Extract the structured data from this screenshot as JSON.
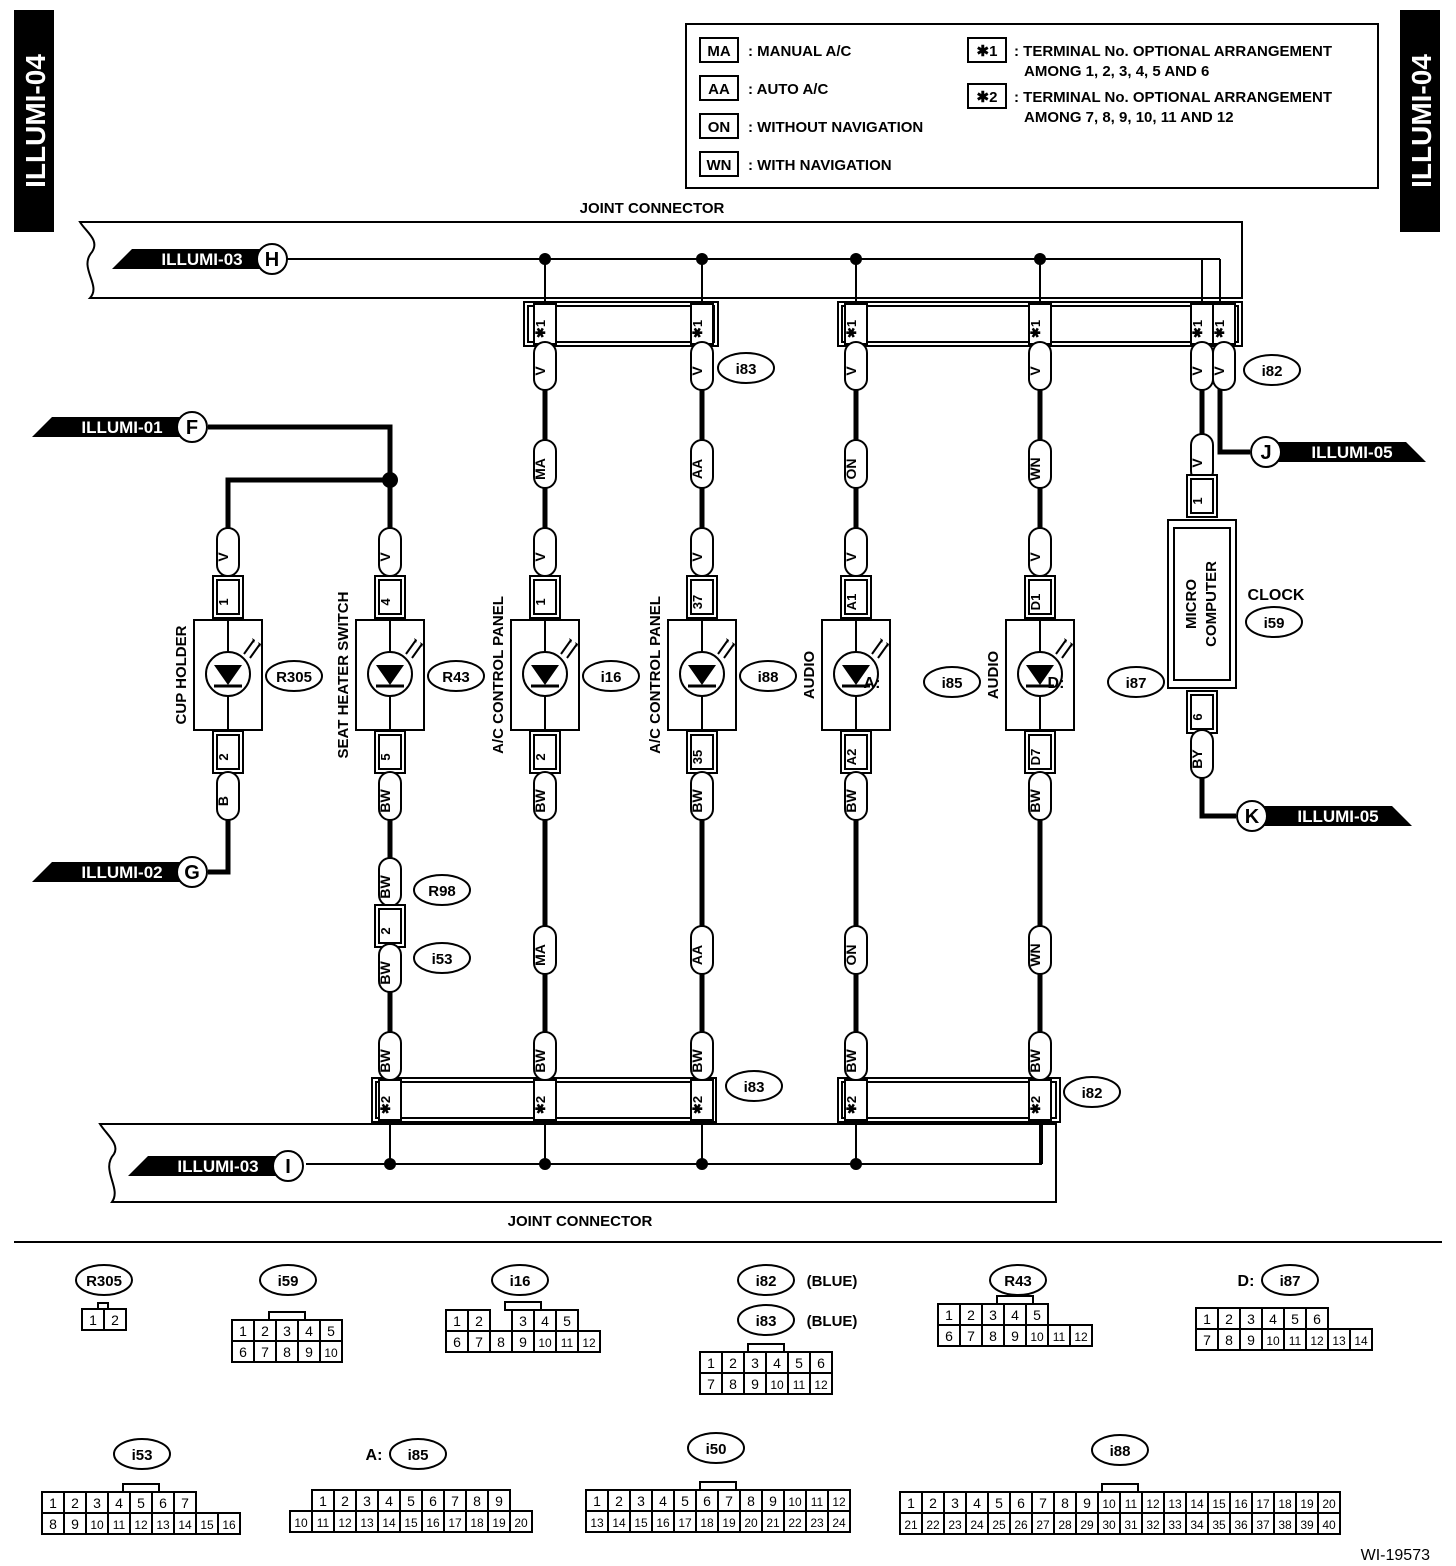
{
  "side_tab_label": "ILLUMI-04",
  "legend": {
    "codes": [
      {
        "code": "MA",
        "text": ": MANUAL A/C"
      },
      {
        "code": "AA",
        "text": ": AUTO A/C"
      },
      {
        "code": "ON",
        "text": ": WITHOUT NAVIGATION"
      },
      {
        "code": "WN",
        "text": ": WITH NAVIGATION"
      }
    ],
    "notes": [
      {
        "code": "✱1",
        "line1": ": TERMINAL No. OPTIONAL ARRANGEMENT",
        "line2": "AMONG 1, 2, 3, 4, 5 AND 6"
      },
      {
        "code": "✱2",
        "line1": ": TERMINAL No. OPTIONAL ARRANGEMENT",
        "line2": "AMONG 7, 8, 9, 10, 11 AND 12"
      }
    ]
  },
  "joint_connector_label": "JOINT CONNECTOR",
  "refs": [
    {
      "id": "H",
      "label": "ILLUMI-03"
    },
    {
      "id": "F",
      "label": "ILLUMI-01"
    },
    {
      "id": "G",
      "label": "ILLUMI-02"
    },
    {
      "id": "I",
      "label": "ILLUMI-03"
    },
    {
      "id": "J",
      "label": "ILLUMI-05"
    },
    {
      "id": "K",
      "label": "ILLUMI-05"
    }
  ],
  "top_terminal": "✱1",
  "bottom_terminal": "✱2",
  "connector_ids": {
    "top_left": "i83",
    "top_right": "i82",
    "bottom_left": "i83",
    "bottom_right": "i82"
  },
  "components": [
    {
      "name": "CUP HOLDER",
      "conn": "R305",
      "prefix": "",
      "pin_top": "1",
      "pin_bot": "2",
      "wire_top": "V",
      "wire_bot": "B",
      "code_top": "",
      "code_bot": ""
    },
    {
      "name": "SEAT HEATER SWITCH",
      "conn": "R43",
      "prefix": "",
      "pin_top": "4",
      "pin_bot": "5",
      "wire_top": "V",
      "wire_bot": "BW",
      "code_top": "",
      "code_bot": ""
    },
    {
      "name": "A/C CONTROL PANEL",
      "conn": "i16",
      "prefix": "",
      "pin_top": "1",
      "pin_bot": "2",
      "wire_top": "V",
      "wire_bot": "BW",
      "code_top": "MA",
      "code_bot": "MA"
    },
    {
      "name": "A/C CONTROL PANEL",
      "conn": "i88",
      "prefix": "",
      "pin_top": "37",
      "pin_bot": "35",
      "wire_top": "V",
      "wire_bot": "BW",
      "code_top": "AA",
      "code_bot": "AA"
    },
    {
      "name": "AUDIO",
      "conn": "i85",
      "prefix": "A:",
      "pin_top": "A1",
      "pin_bot": "A2",
      "wire_top": "V",
      "wire_bot": "BW",
      "code_top": "ON",
      "code_bot": "ON"
    },
    {
      "name": "AUDIO",
      "conn": "i87",
      "prefix": "D:",
      "pin_top": "D1",
      "pin_bot": "D7",
      "wire_top": "V",
      "wire_bot": "BW",
      "code_top": "WN",
      "code_bot": "WN"
    }
  ],
  "clock": {
    "label": "CLOCK",
    "conn": "i59",
    "inner_line1": "MICRO",
    "inner_line2": "COMPUTER",
    "pin_top": "1",
    "pin_bot": "6",
    "wire_top": "V",
    "wire_bot": "BY"
  },
  "inline_connector": {
    "upper_conn": "R98",
    "lower_conn": "i53",
    "pin": "2",
    "wire": "BW"
  },
  "wire_v": "V",
  "wire_bw": "BW",
  "footer_connectors": {
    "r305": {
      "id": "R305",
      "pins": [
        "1",
        "2"
      ]
    },
    "i59": {
      "id": "i59",
      "rows": [
        [
          "1",
          "2",
          "3",
          "4",
          "5"
        ],
        [
          "6",
          "7",
          "8",
          "9",
          "10"
        ]
      ]
    },
    "i16": {
      "id": "i16",
      "rows": [
        [
          "1",
          "2",
          "",
          "3",
          "4",
          "5"
        ],
        [
          "6",
          "7",
          "8",
          "9",
          "10",
          "11",
          "12"
        ]
      ]
    },
    "i82": {
      "id": "i82",
      "note": "(BLUE)"
    },
    "i83": {
      "id": "i83",
      "note": "(BLUE)",
      "rows": [
        [
          "1",
          "2",
          "3",
          "4",
          "5",
          "6"
        ],
        [
          "7",
          "8",
          "9",
          "10",
          "11",
          "12"
        ]
      ]
    },
    "r43": {
      "id": "R43",
      "rows": [
        [
          "1",
          "2",
          "3",
          "4",
          "5"
        ],
        [
          "6",
          "7",
          "8",
          "9",
          "10",
          "11",
          "12"
        ]
      ]
    },
    "i87": {
      "id": "i87",
      "prefix": "D:",
      "rows": [
        [
          "1",
          "2",
          "3",
          "4",
          "5",
          "6"
        ],
        [
          "7",
          "8",
          "9",
          "10",
          "11",
          "12",
          "13",
          "14"
        ]
      ]
    },
    "i53": {
      "id": "i53",
      "rows": [
        [
          "1",
          "2",
          "3",
          "4",
          "5",
          "6",
          "7"
        ],
        [
          "8",
          "9",
          "10",
          "11",
          "12",
          "13",
          "14",
          "15",
          "16"
        ]
      ]
    },
    "i85": {
      "id": "i85",
      "prefix": "A:",
      "rows": [
        [
          "1",
          "2",
          "3",
          "4",
          "5",
          "6",
          "7",
          "8",
          "9"
        ],
        [
          "10",
          "11",
          "12",
          "13",
          "14",
          "15",
          "16",
          "17",
          "18",
          "19",
          "20"
        ]
      ]
    },
    "i50": {
      "id": "i50",
      "rows": [
        [
          "1",
          "2",
          "3",
          "4",
          "5",
          "6",
          "7",
          "8",
          "9",
          "10",
          "11",
          "12"
        ],
        [
          "13",
          "14",
          "15",
          "16",
          "17",
          "18",
          "19",
          "20",
          "21",
          "22",
          "23",
          "24"
        ]
      ]
    },
    "i88": {
      "id": "i88",
      "rows": [
        [
          "1",
          "2",
          "3",
          "4",
          "5",
          "6",
          "7",
          "8",
          "9",
          "10",
          "11",
          "12",
          "13",
          "14",
          "15",
          "16",
          "17",
          "18",
          "19",
          "20"
        ],
        [
          "21",
          "22",
          "23",
          "24",
          "25",
          "26",
          "27",
          "28",
          "29",
          "30",
          "31",
          "32",
          "33",
          "34",
          "35",
          "36",
          "37",
          "38",
          "39",
          "40"
        ]
      ]
    }
  },
  "figure_id": "WI-19573"
}
